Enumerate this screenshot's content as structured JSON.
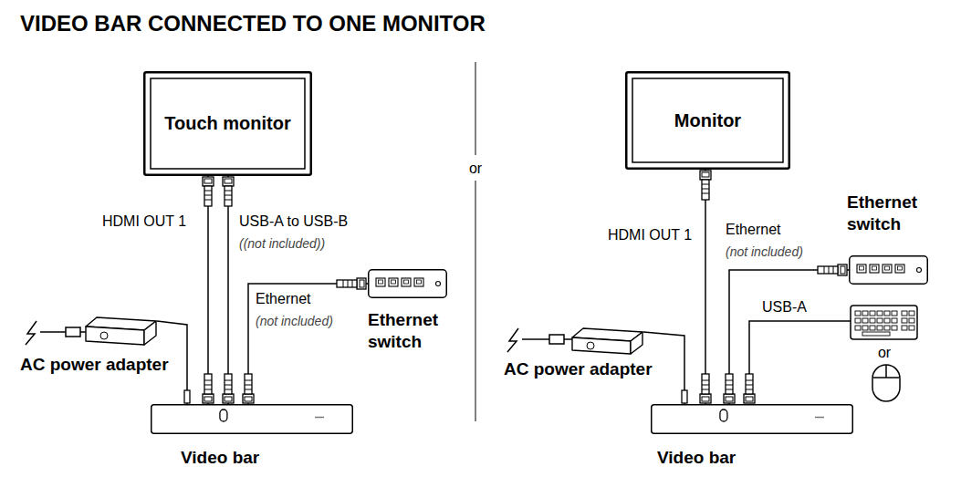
{
  "diagram": {
    "title": "VIDEO BAR CONNECTED TO ONE MONITOR",
    "nodes": [
      {
        "text": [
          "Touch monitor"
        ]
      },
      {
        "text": [
          "Ethernet switch"
        ]
      },
      {
        "text": [
          "AC power adapter"
        ]
      },
      {
        "text": [
          "Video bar"
        ]
      },
      {
        "text": [
          "Monitor"
        ]
      },
      {
        "text": [
          "Ethernet switch"
        ]
      },
      {
        "text": [
          "AC power adapter"
        ]
      },
      {
        "text": [
          "Video bar"
        ]
      }
    ],
    "edges": [
      {
        "from": 0,
        "to": 3,
        "label": "HDMI OUT 1",
        "arrow": "none"
      },
      {
        "from": 0,
        "to": 3,
        "label": "USB-A to USB-B",
        "arrow": "none"
      },
      {
        "from": 1,
        "to": 3,
        "label": "Ethernet",
        "arrow": "none"
      },
      {
        "from": 2,
        "to": 3,
        "arrow": "none"
      },
      {
        "from": 4,
        "to": 7,
        "label": "HDMI OUT 1",
        "arrow": "none"
      },
      {
        "from": 5,
        "to": 7,
        "label": "Ethernet",
        "arrow": "none"
      },
      {
        "from": 6,
        "to": 7,
        "arrow": "none"
      }
    ],
    "labels": [
      "((not included))",
      "(not included)",
      "or",
      "(not included)",
      "USB-A",
      "or"
    ]
  }
}
